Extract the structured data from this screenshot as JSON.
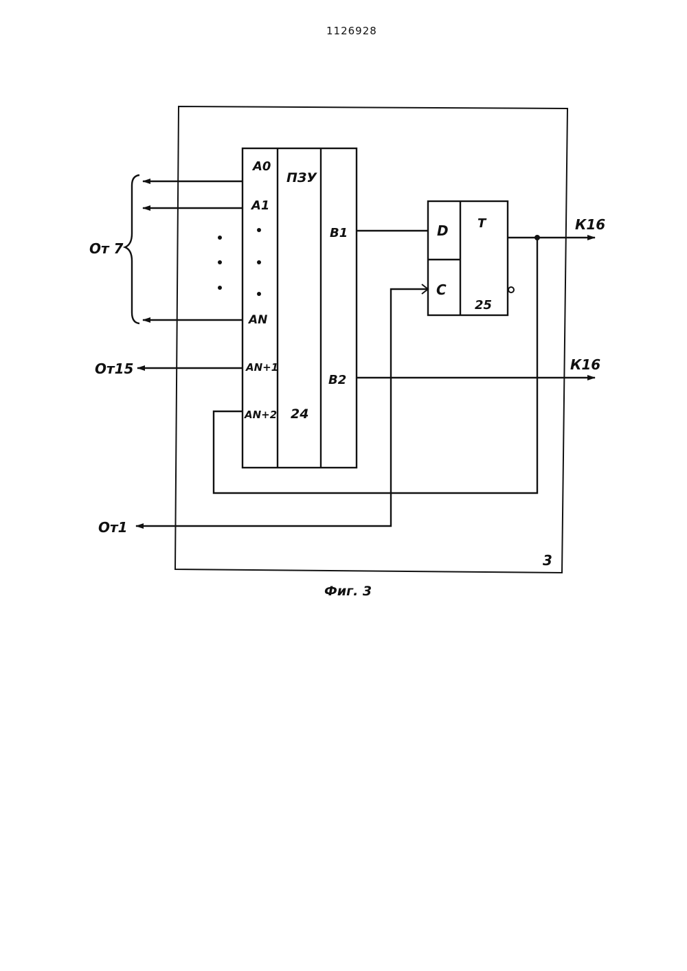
{
  "header": {
    "patent_number": "1126928"
  },
  "diagram": {
    "caption": "Фиг. 3",
    "block_number": "3",
    "rom": {
      "title": "ПЗУ",
      "number": "24",
      "inputs": [
        "A0",
        "A1",
        "AN",
        "AN+1",
        "AN+2"
      ],
      "outputs": [
        "B1",
        "B2"
      ]
    },
    "trigger": {
      "title": "T",
      "number": "25",
      "data_input": "D",
      "clock_input": "C"
    },
    "external": {
      "from_7": "От 7",
      "from_15": "От15",
      "from_1": "От1",
      "to_16_top": "К16",
      "to_16_bottom": "К16"
    }
  }
}
